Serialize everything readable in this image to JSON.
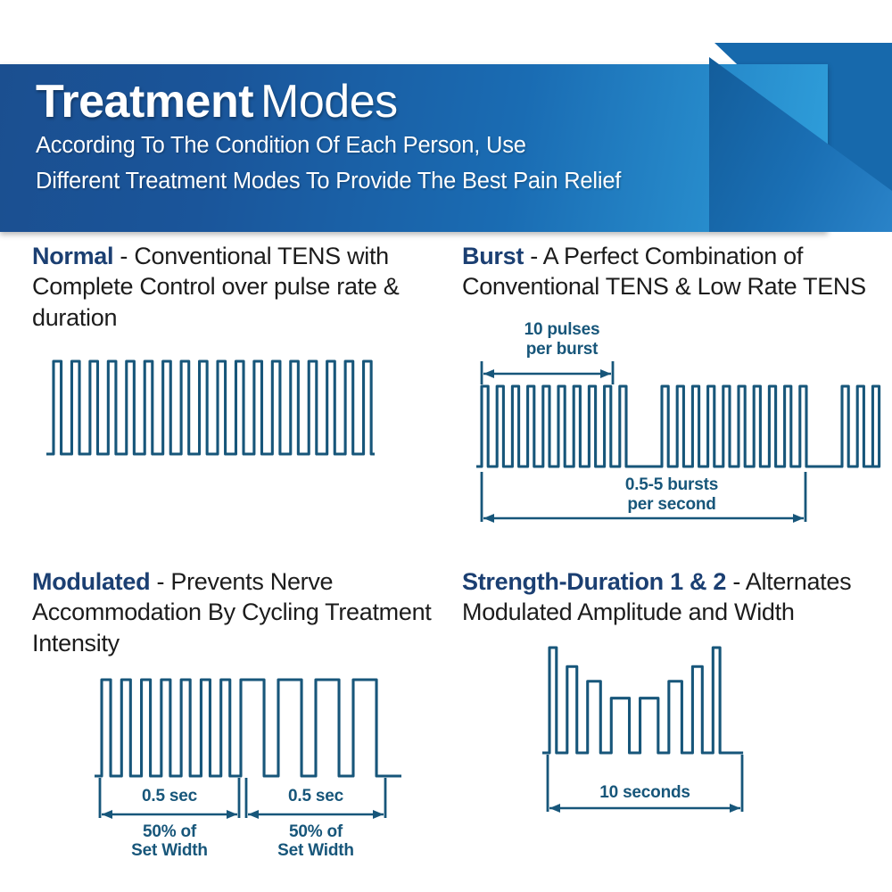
{
  "banner": {
    "title_bold": "Treatment",
    "title_light": "Modes",
    "subtitle_line1": "According To The Condition Of Each Person, Use",
    "subtitle_line2": "Different Treatment Modes To Provide The Best Pain Relief",
    "accent_dark": "#1b4f90",
    "accent_light": "#2f9fdb",
    "ribbon_fold": "#1769ac"
  },
  "theme": {
    "heading_color": "#1b3f72",
    "body_color": "#1c1c1c",
    "wave_stroke": "#17567a",
    "background": "#ffffff"
  },
  "modes": [
    {
      "name": "Normal",
      "description": " - Conventional TENS with Complete Control over pulse rate & duration",
      "figure": "normal-waveform",
      "annotations": []
    },
    {
      "name": "Burst",
      "description": " - A Perfect Combination of Conventional TENS & Low Rate TENS",
      "figure": "burst-waveform",
      "annotations": [
        {
          "id": "pulses-per-burst",
          "line1": "10 pulses",
          "line2": "per burst"
        },
        {
          "id": "bursts-per-second",
          "line1": "0.5-5 bursts",
          "line2": "per second"
        }
      ]
    },
    {
      "name": "Modulated",
      "description": " - Prevents Nerve Accommodation By Cycling Treatment Intensity",
      "figure": "modulated-waveform",
      "annotations": [
        {
          "id": "left-duration",
          "line1": "0.5 sec",
          "line2": "50% of",
          "line3": "Set Width"
        },
        {
          "id": "right-duration",
          "line1": "0.5 sec",
          "line2": "50% of",
          "line3": "Set Width"
        }
      ]
    },
    {
      "name": "Strength-Duration 1 & 2",
      "description": " - Alternates Modulated Amplitude and Width",
      "figure": "strength-duration-waveform",
      "annotations": [
        {
          "id": "total-duration",
          "line1": "10 seconds"
        }
      ]
    }
  ],
  "chart_data": [
    {
      "type": "line",
      "id": "normal-waveform",
      "title": "Normal TENS pulse train",
      "description": "Uniform rectangular pulses of constant amplitude and constant width",
      "pulse_count": 18,
      "amplitude": 1.0,
      "pulse_width_ratio": 0.42,
      "grid": false
    },
    {
      "type": "line",
      "id": "burst-waveform",
      "title": "Burst TENS pulse train",
      "description": "Groups of 10 narrow pulses separated by gaps; 0.5-5 bursts per second",
      "pulses_per_burst": 10,
      "bursts_shown": 2.3,
      "bursts_per_second_range": [
        0.5,
        5
      ],
      "amplitude": 1.0,
      "grid": false
    },
    {
      "type": "line",
      "id": "modulated-waveform",
      "title": "Modulated TENS pulse train",
      "description": "First half-second uses narrow pulses, second half-second uses pulses at 50% of set width",
      "segment_duration_sec": 0.5,
      "segments": [
        {
          "label": "0.5 sec",
          "sub": "50% of Set Width",
          "pulse_count": 7,
          "pulse_width_ratio": 0.45
        },
        {
          "label": "0.5 sec",
          "sub": "50% of Set Width",
          "pulse_count": 4,
          "pulse_width_ratio": 0.62
        }
      ],
      "amplitude": 1.0,
      "grid": false
    },
    {
      "type": "line",
      "id": "strength-duration-waveform",
      "title": "Strength-Duration 1 & 2 pulse train",
      "description": "Amplitude decreases while width increases, then mirrors back over a 10 second cycle",
      "total_duration_sec": 10,
      "pulse_amplitudes": [
        1.0,
        0.82,
        0.68,
        0.52,
        0.52,
        0.68,
        0.82,
        1.0
      ],
      "pulse_widths": [
        0.3,
        0.42,
        0.56,
        0.78,
        0.78,
        0.56,
        0.42,
        0.3
      ],
      "grid": false
    }
  ]
}
